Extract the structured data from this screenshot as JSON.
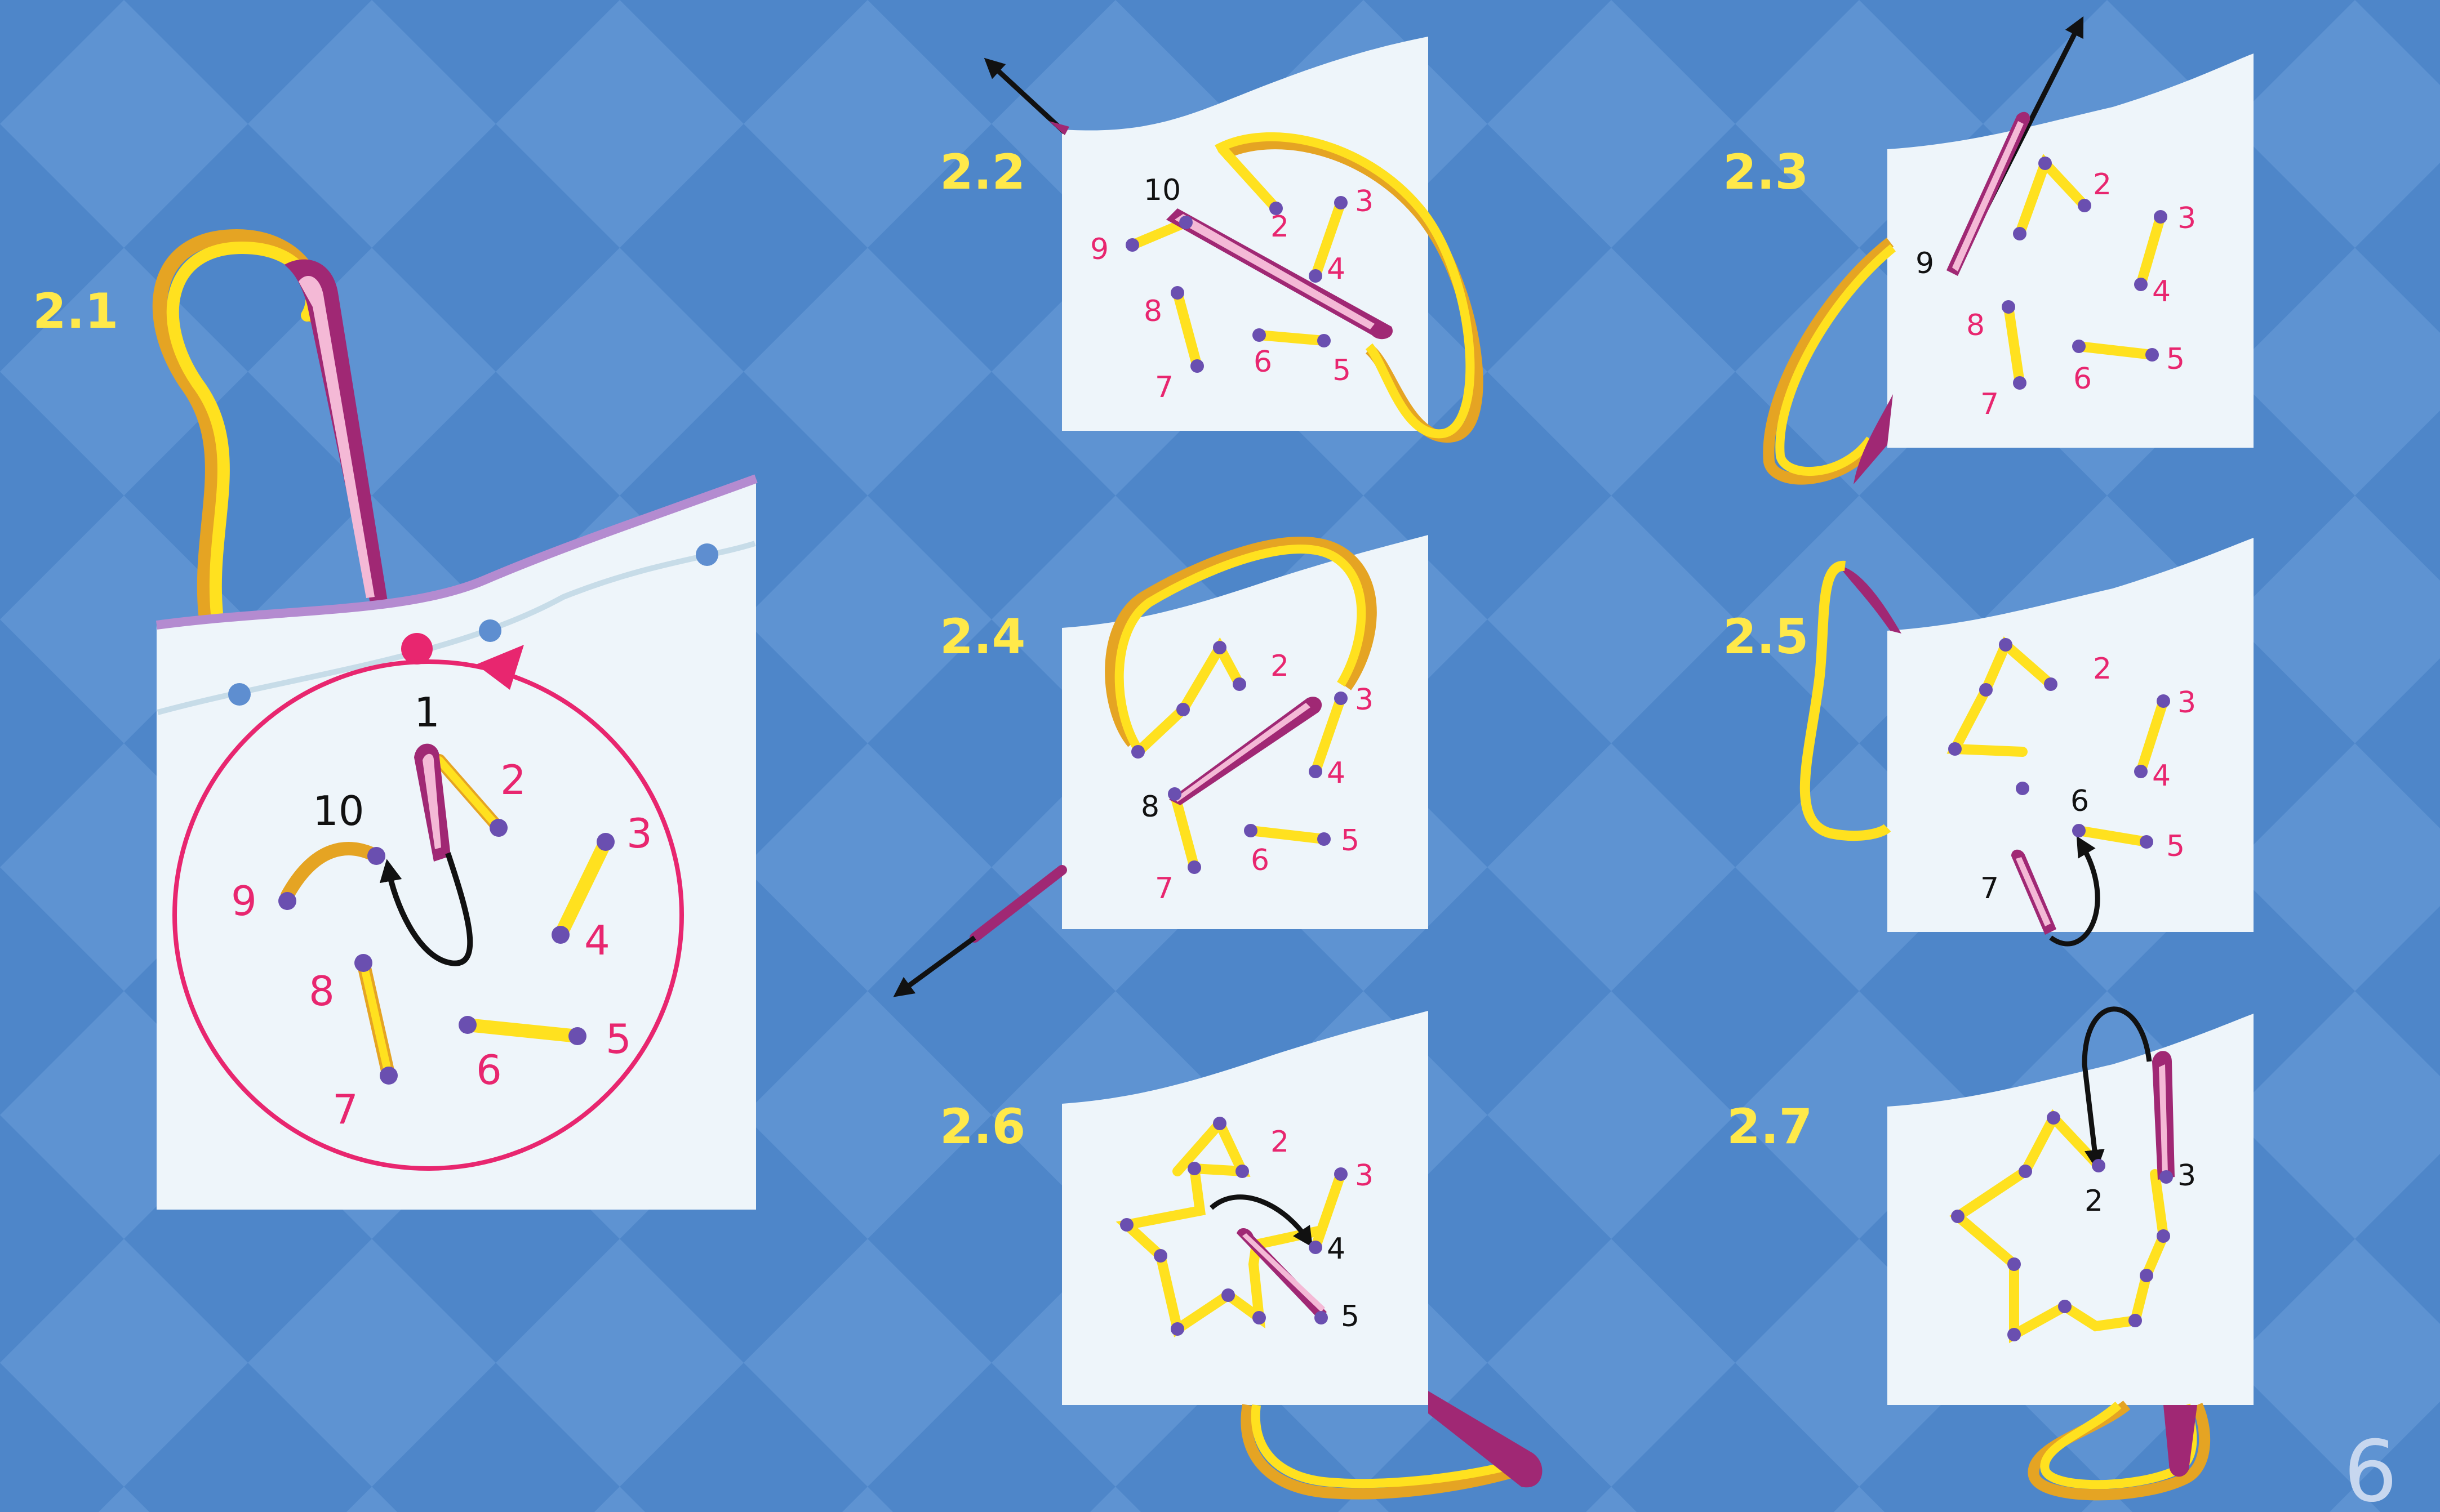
{
  "page_number": "6",
  "colors": {
    "background": "#4e86c9",
    "diamond": "#6c9fd8",
    "card": "#eef5fa",
    "thread": "#ffe11f",
    "thread_shadow": "#e5a423",
    "needle": "#a02874",
    "needle_light": "#f4b9d6",
    "hole": "#6a4fb0",
    "number_pink": "#e8266f",
    "number_black": "#111111",
    "ring": "#e8266f",
    "label": "#ffe94a"
  },
  "panels": [
    {
      "id": "2.1",
      "label": "2.1",
      "highlight": "1",
      "numbers": [
        "1",
        "2",
        "3",
        "4",
        "5",
        "6",
        "7",
        "8",
        "9",
        "10"
      ]
    },
    {
      "id": "2.2",
      "label": "2.2",
      "highlight": "10",
      "numbers": [
        "2",
        "3",
        "4",
        "5",
        "6",
        "7",
        "8",
        "9",
        "10"
      ]
    },
    {
      "id": "2.3",
      "label": "2.3",
      "highlight": "9",
      "numbers": [
        "2",
        "3",
        "4",
        "5",
        "6",
        "7",
        "8",
        "9"
      ]
    },
    {
      "id": "2.4",
      "label": "2.4",
      "highlight": "8",
      "numbers": [
        "2",
        "3",
        "4",
        "5",
        "6",
        "7",
        "8"
      ]
    },
    {
      "id": "2.5",
      "label": "2.5",
      "highlight": "7",
      "numbers": [
        "2",
        "3",
        "4",
        "5",
        "6",
        "7"
      ]
    },
    {
      "id": "2.6",
      "label": "2.6",
      "highlight": "5",
      "numbers": [
        "2",
        "3",
        "4",
        "5"
      ]
    },
    {
      "id": "2.7",
      "label": "2.7",
      "highlight": "3",
      "numbers": [
        "2",
        "3"
      ]
    }
  ]
}
